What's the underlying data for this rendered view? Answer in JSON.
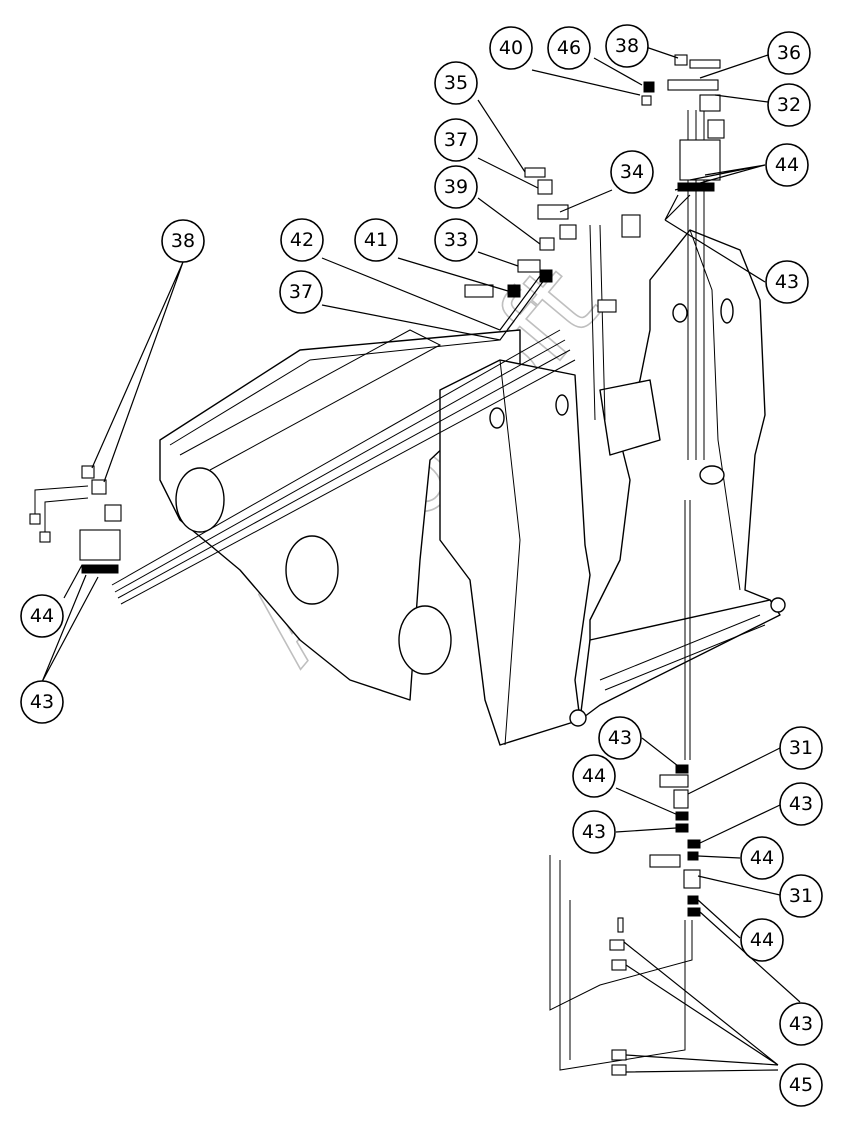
{
  "watermark": "AutoSoft",
  "colors": {
    "line": "#000000",
    "background": "#ffffff",
    "watermark": "#bfbfbf"
  },
  "callouts": [
    {
      "id": "c31a",
      "label": "31"
    },
    {
      "id": "c31b",
      "label": "31"
    },
    {
      "id": "c32",
      "label": "32"
    },
    {
      "id": "c33",
      "label": "33"
    },
    {
      "id": "c34",
      "label": "34"
    },
    {
      "id": "c35",
      "label": "35"
    },
    {
      "id": "c36",
      "label": "36"
    },
    {
      "id": "c37a",
      "label": "37"
    },
    {
      "id": "c37b",
      "label": "37"
    },
    {
      "id": "c38a",
      "label": "38"
    },
    {
      "id": "c38b",
      "label": "38"
    },
    {
      "id": "c39",
      "label": "39"
    },
    {
      "id": "c40",
      "label": "40"
    },
    {
      "id": "c41",
      "label": "41"
    },
    {
      "id": "c42",
      "label": "42"
    },
    {
      "id": "c43a",
      "label": "43"
    },
    {
      "id": "c43b",
      "label": "43"
    },
    {
      "id": "c43c",
      "label": "43"
    },
    {
      "id": "c43d",
      "label": "43"
    },
    {
      "id": "c43e",
      "label": "43"
    },
    {
      "id": "c43f",
      "label": "43"
    },
    {
      "id": "c44a",
      "label": "44"
    },
    {
      "id": "c44b",
      "label": "44"
    },
    {
      "id": "c44c",
      "label": "44"
    },
    {
      "id": "c44d",
      "label": "44"
    },
    {
      "id": "c44e",
      "label": "44"
    },
    {
      "id": "c45",
      "label": "45"
    },
    {
      "id": "c46",
      "label": "46"
    }
  ]
}
